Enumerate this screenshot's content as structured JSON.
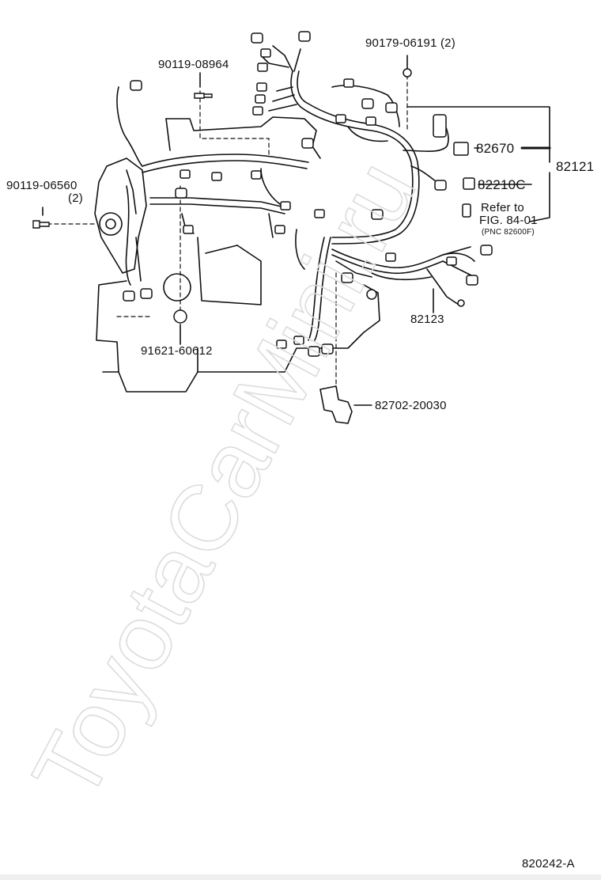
{
  "parts": [
    {
      "label": "90179-06191 (2)"
    },
    {
      "label": "90119-08964"
    },
    {
      "label": "82670"
    },
    {
      "label": "82121"
    },
    {
      "label": "90119-06560"
    },
    {
      "label": "(2)"
    },
    {
      "label": "82210C"
    },
    {
      "label": "Refer to"
    },
    {
      "label": "FIG. 84-01"
    },
    {
      "label": "(PNC 82600F)"
    },
    {
      "label": "82123"
    },
    {
      "label": "91621-60612"
    },
    {
      "label": "82702-20030"
    }
  ],
  "figure_code": "820242-A",
  "watermark": "ToyotaCarMini.ru"
}
